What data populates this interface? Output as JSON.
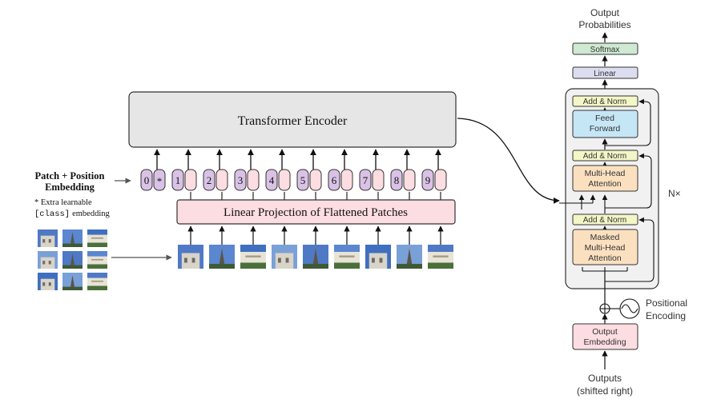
{
  "vit": {
    "encoder_label": "Transformer Encoder",
    "projection_label": "Linear Projection of Flattened Patches",
    "embedding_title_line1": "Patch + Position",
    "embedding_title_line2": "Embedding",
    "note_prefix": "* Extra learnable",
    "note_code": "[class]",
    "note_suffix": "embedding",
    "token_labels": [
      "0",
      "1",
      "2",
      "3",
      "4",
      "5",
      "6",
      "7",
      "8",
      "9"
    ],
    "class_marker": "*",
    "patch_scenes": [
      "building-arch",
      "sky-spire",
      "sky-spire-2",
      "facade",
      "ornate-building",
      "sky-building",
      "white-building",
      "park-building",
      "tree-lamp"
    ]
  },
  "decoder": {
    "output_label_line1": "Output",
    "output_label_line2": "Probabilities",
    "softmax": "Softmax",
    "linear": "Linear",
    "add_norm": "Add & Norm",
    "feed_forward_line1": "Feed",
    "feed_forward_line2": "Forward",
    "mha_line1": "Multi-Head",
    "mha_line2": "Attention",
    "masked_line1": "Masked",
    "masked_line2": "Multi-Head",
    "masked_line3": "Attention",
    "repeat_label": "N×",
    "positional_line1": "Positional",
    "positional_line2": "Encoding",
    "embedding_line1": "Output",
    "embedding_line2": "Embedding",
    "inputs_line1": "Outputs",
    "inputs_line2": "(shifted right)"
  },
  "colors": {
    "encoder_fill": "#e6e6e6",
    "projection_fill": "#fcdde2",
    "token_position_fill": "#d9c2e6",
    "token_patch_fill": "#fcdde2",
    "softmax_fill": "#cfe9d3",
    "linear_fill": "#dcddf0",
    "add_norm_fill": "#f3f6c6",
    "feed_forward_fill": "#c5e6f5",
    "attention_fill": "#fbe0c0",
    "output_embedding_fill": "#fcdde2",
    "decoder_block_fill": "#f1f1f1"
  }
}
